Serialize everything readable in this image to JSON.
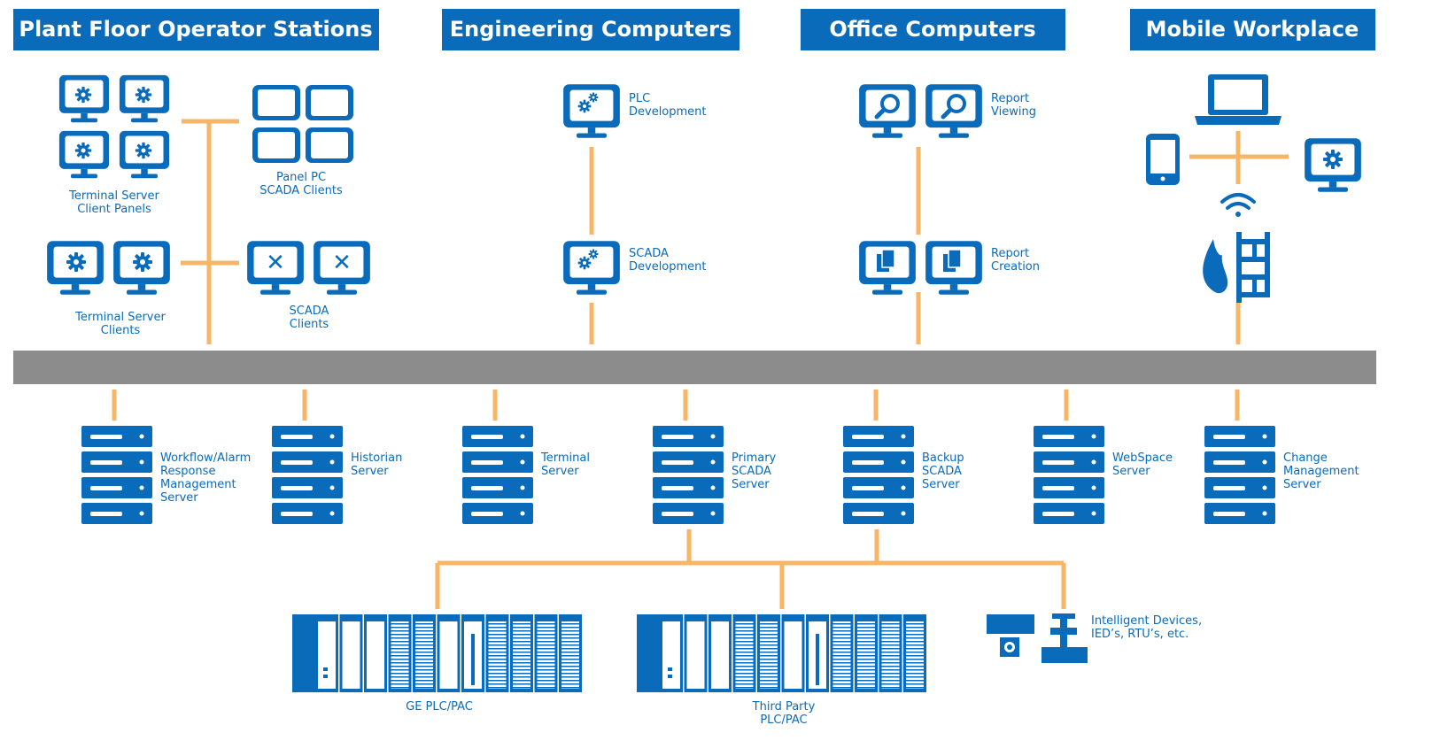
{
  "colors": {
    "brand_blue": "#0a6bbb",
    "connector_orange": "#f7b566",
    "network_bar_gray": "#8c8c8c",
    "background": "#ffffff"
  },
  "headers": {
    "plant_floor": "Plant Floor Operator Stations",
    "engineering": "Engineering Computers",
    "office": "Office Computers",
    "mobile": "Mobile Workplace"
  },
  "plant_floor": {
    "terminal_server_client_panels": "Terminal Server\nClient Panels",
    "panel_pc_scada_clients": "Panel PC\nSCADA Clients",
    "terminal_server_clients": "Terminal Server\nClients",
    "scada_clients": "SCADA\nClients"
  },
  "engineering": {
    "plc_development": "PLC\nDevelopment",
    "scada_development": "SCADA\nDevelopment"
  },
  "office": {
    "report_viewing": "Report\nViewing",
    "report_creation": "Report\nCreation"
  },
  "servers": [
    {
      "label": "Workflow/Alarm\nResponse\nManagement\nServer"
    },
    {
      "label": "Historian\nServer"
    },
    {
      "label": "Terminal\nServer"
    },
    {
      "label": "Primary\nSCADA\nServer"
    },
    {
      "label": "Backup\nSCADA\nServer"
    },
    {
      "label": "WebSpace\nServer"
    },
    {
      "label": "Change\nManagement\nServer"
    }
  ],
  "field": {
    "ge_plc": "GE PLC/PAC",
    "third_party_plc": "Third Party\nPLC/PAC",
    "intelligent_devices": "Intelligent Devices,\nIED’s, RTU’s, etc."
  },
  "icons": {
    "monitor": "monitor-icon",
    "gear": "gear-icon",
    "tools": "wrench-screwdriver-icon",
    "magnifier": "magnifier-icon",
    "document": "document-icon",
    "tablet": "tablet-icon",
    "laptop": "laptop-icon",
    "phone": "phone-icon",
    "wifi": "wifi-icon",
    "firewall": "firewall-icon",
    "server": "server-icon",
    "plc_rack": "plc-rack-icon"
  }
}
